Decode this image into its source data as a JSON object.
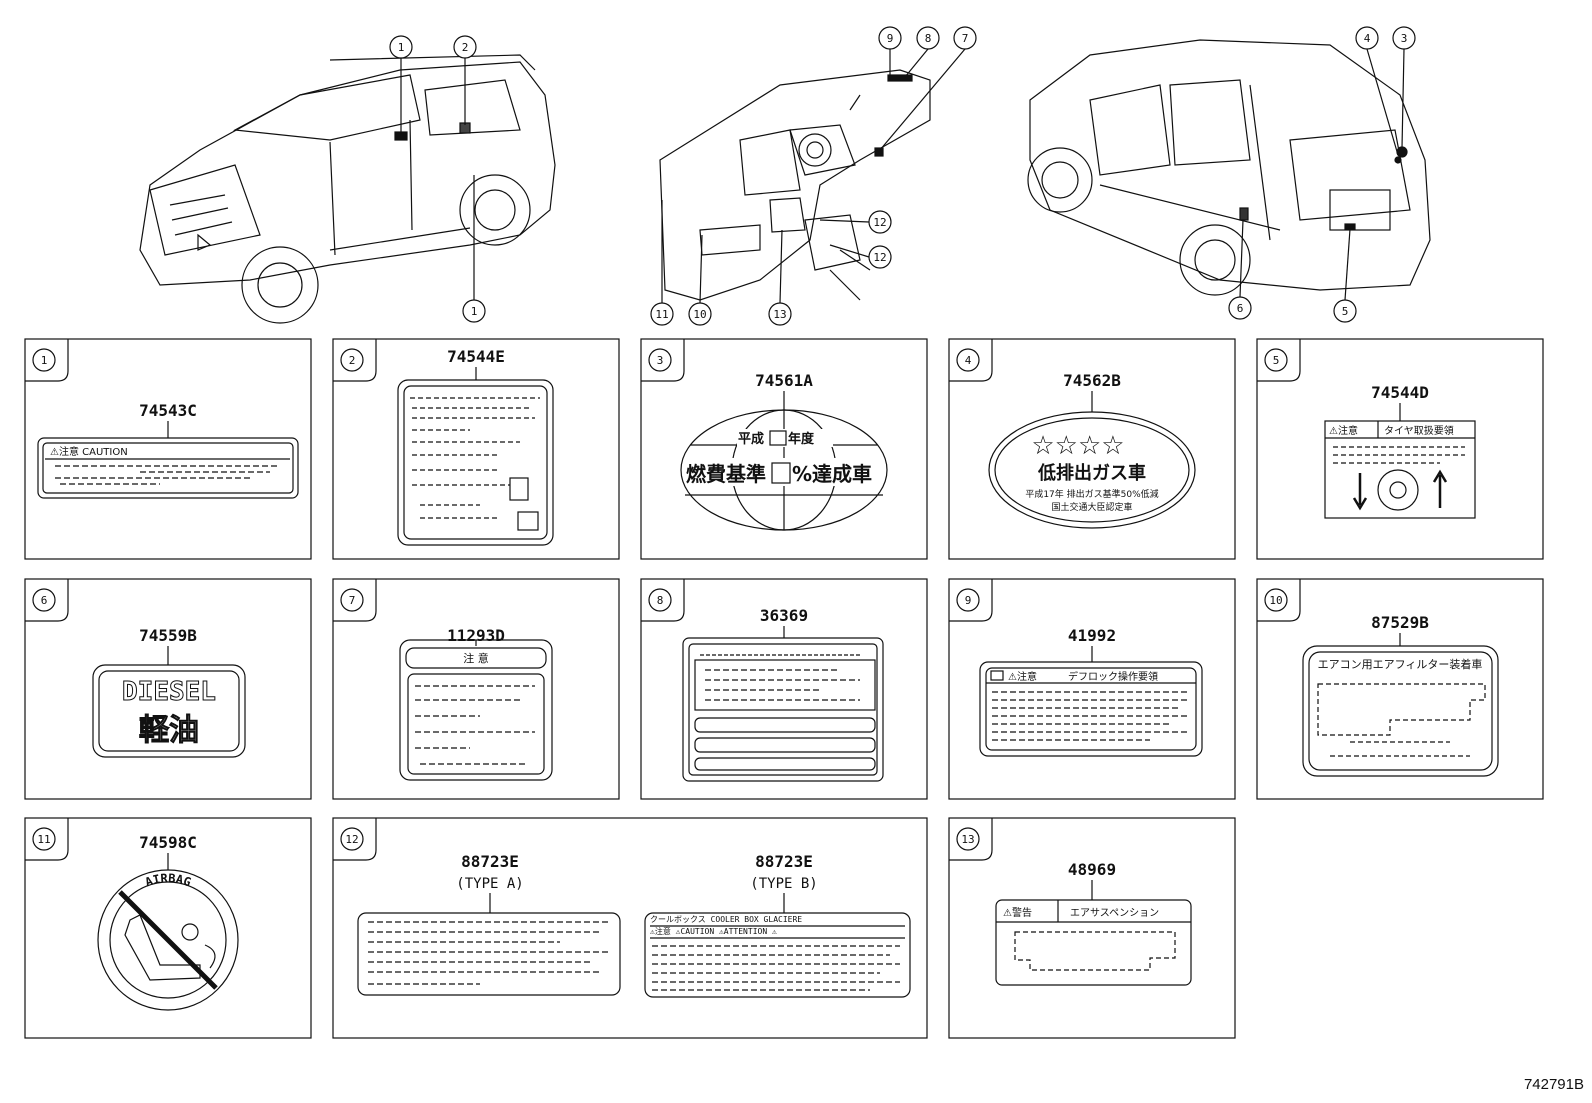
{
  "diagram_id": "742791B",
  "overview_callouts": {
    "front": [
      "1",
      "2",
      "1"
    ],
    "interior": [
      "9",
      "8",
      "7",
      "12",
      "12",
      "11",
      "10",
      "13"
    ],
    "rear": [
      "4",
      "3",
      "6",
      "5"
    ]
  },
  "panels": [
    {
      "index": "1",
      "part": "74543C",
      "label_text": "⚠注意 CAUTION"
    },
    {
      "index": "2",
      "part": "74544E"
    },
    {
      "index": "3",
      "part": "74561A",
      "line1_a": "平成",
      "line1_b": "年度",
      "line2_a": "燃費基準",
      "line2_b": "%達成車"
    },
    {
      "index": "4",
      "part": "74562B",
      "stars": "☆☆☆☆",
      "title": "低排出ガス車",
      "sub1": "平成17年 排出ガス基準50%低減",
      "sub2": "国土交通大臣認定車"
    },
    {
      "index": "5",
      "part": "74544D",
      "header_a": "⚠注意",
      "header_b": "タイヤ取扱要領"
    },
    {
      "index": "6",
      "part": "74559B",
      "line1": "DIESEL",
      "line2": "軽油"
    },
    {
      "index": "7",
      "part": "11293D",
      "header": "注 意"
    },
    {
      "index": "8",
      "part": "36369"
    },
    {
      "index": "9",
      "part": "41992",
      "header_a": "⚠注意",
      "header_b": "デフロック操作要領"
    },
    {
      "index": "10",
      "part": "87529B",
      "header": "エアコン用エアフィルター装着車"
    },
    {
      "index": "11",
      "part": "74598C",
      "ring_text": "AIRBAG"
    },
    {
      "index": "12",
      "part_a": "88723E",
      "type_a": "(TYPE A)",
      "part_b": "88723E",
      "type_b": "(TYPE B)",
      "b_header": "クールボックス COOLER BOX GLACIERE",
      "b_row": "⚠注意 ⚠CAUTION ⚠ATTENTION ⚠"
    },
    {
      "index": "13",
      "part": "48969",
      "header_a": "⚠警告",
      "header_b": "エアサスペンション"
    }
  ]
}
